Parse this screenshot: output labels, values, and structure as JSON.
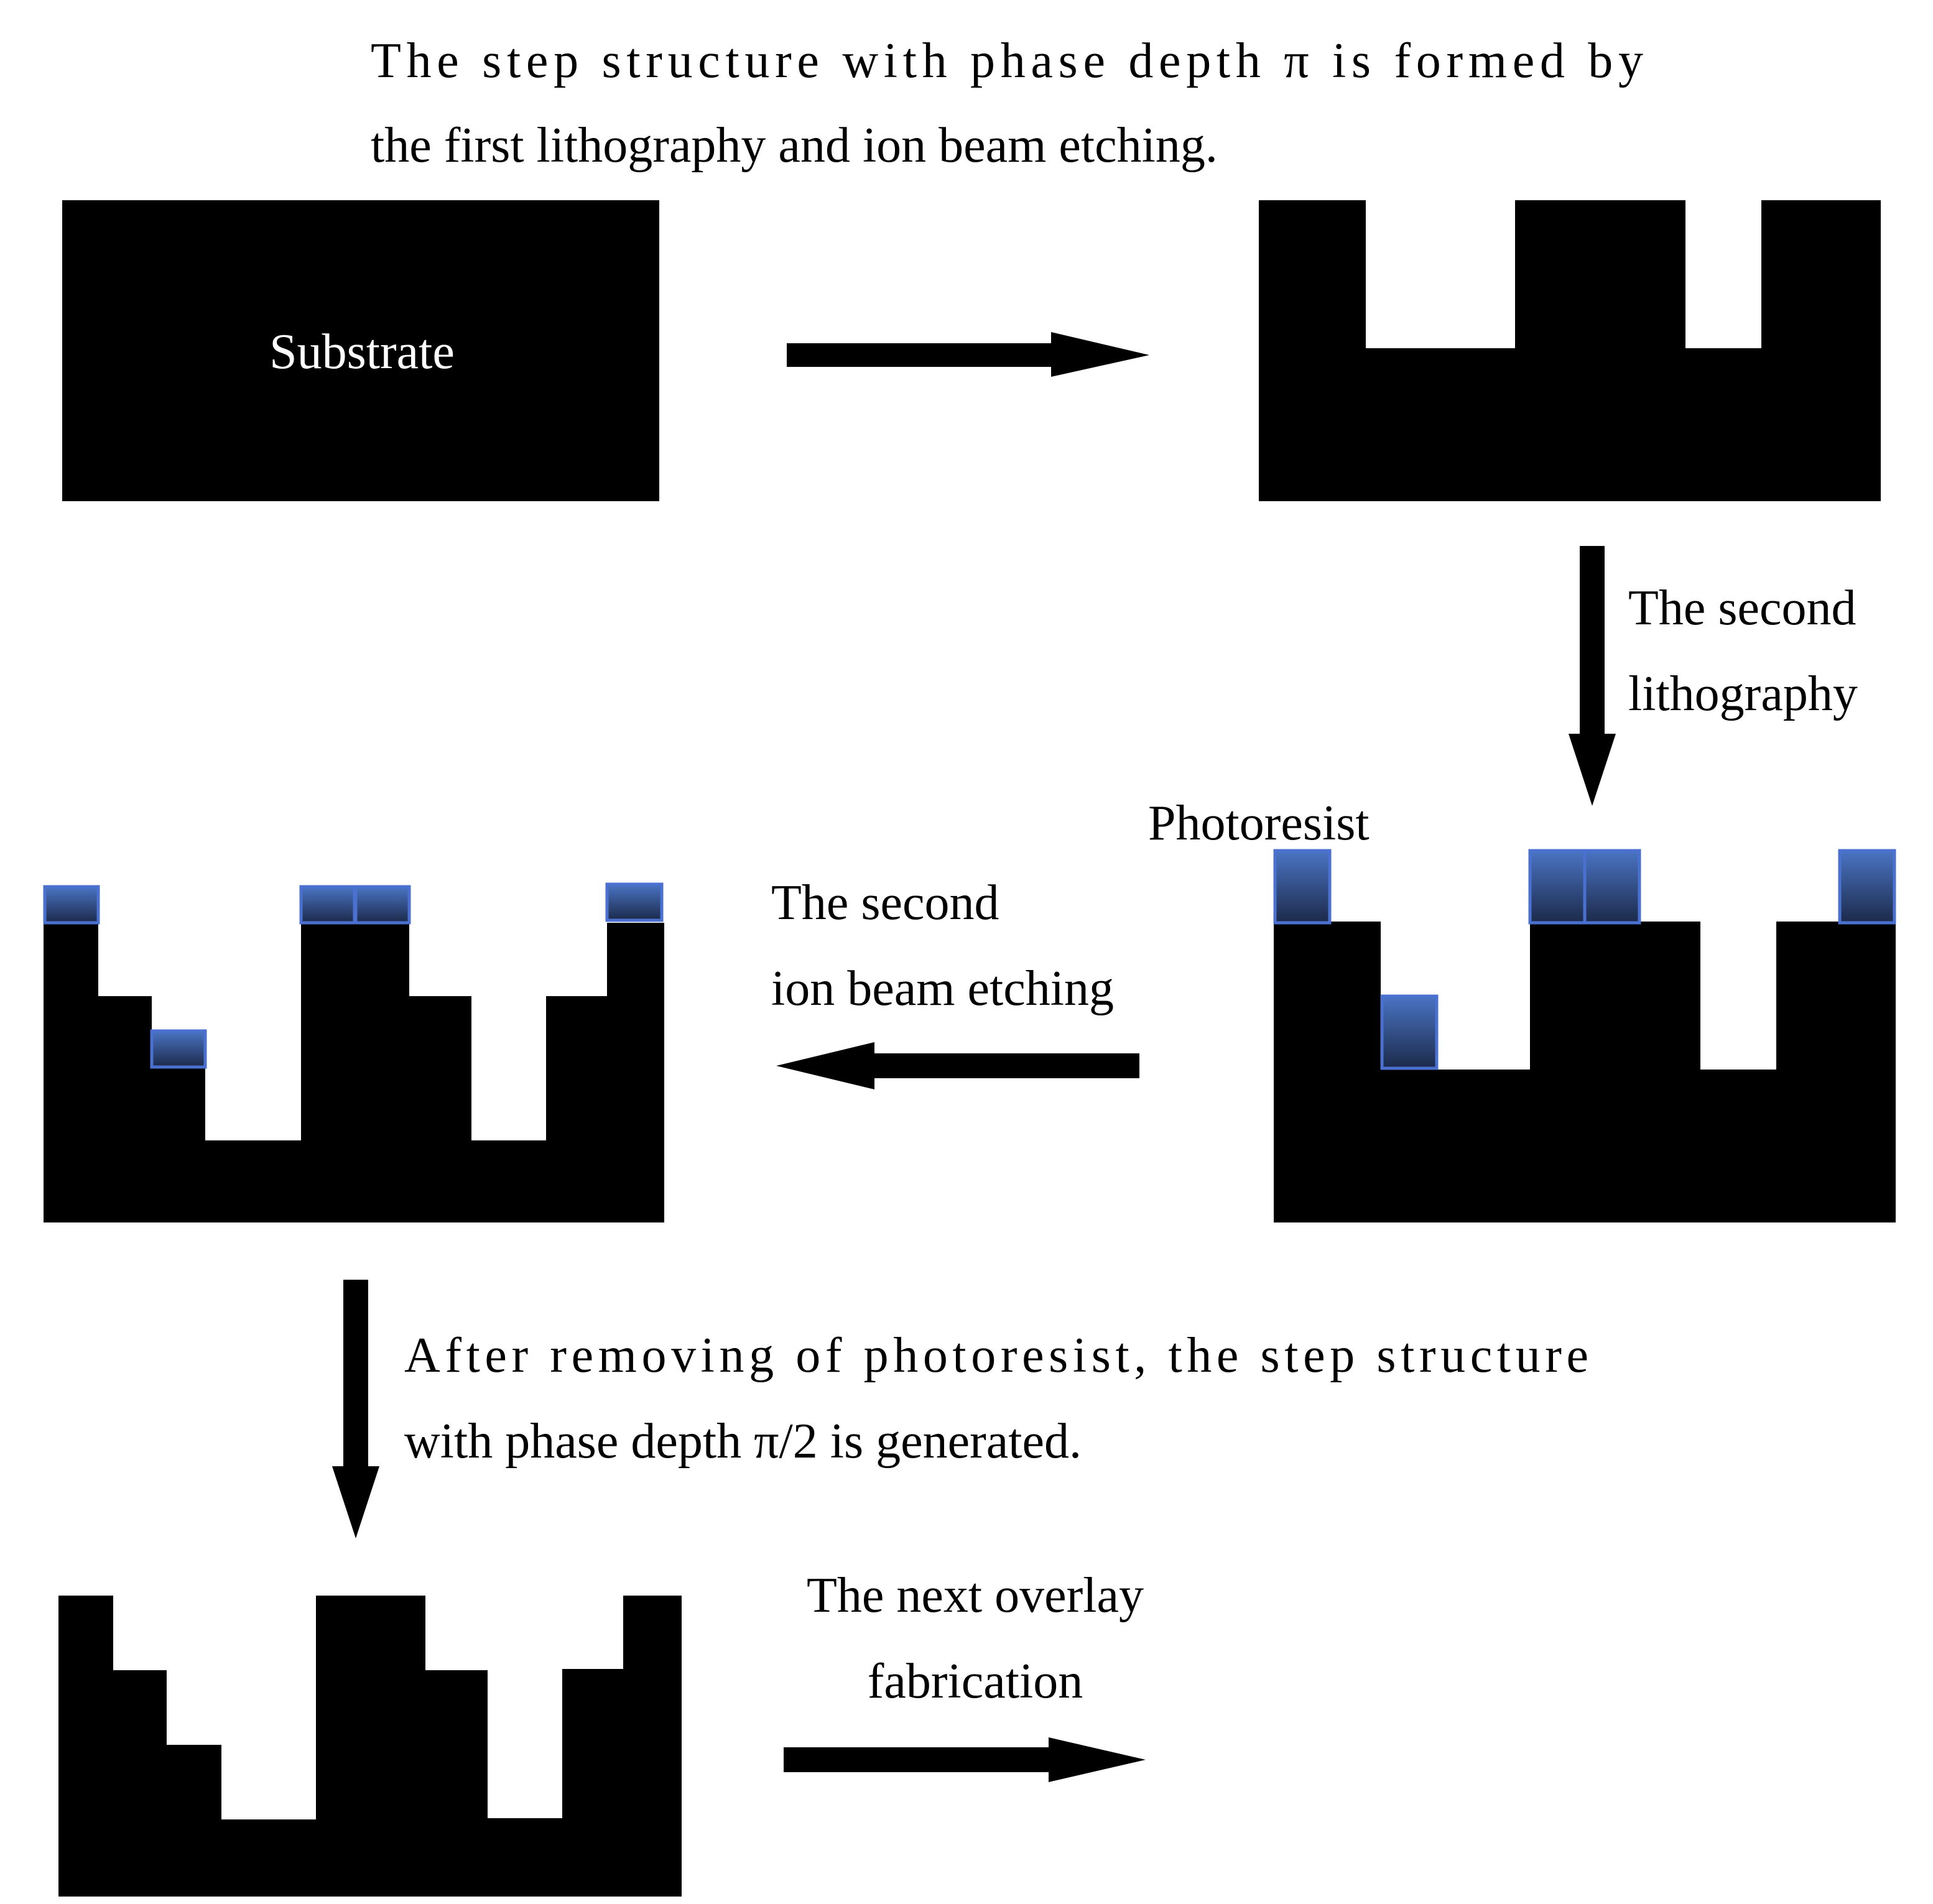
{
  "text": {
    "top_line1": "The step structure with phase depth π is formed by",
    "top_line2": "the first lithography and ion beam etching.",
    "substrate": "Substrate",
    "second_litho_line1": "The second",
    "second_litho_line2": "lithography",
    "photoresist": "Photoresist",
    "second_etch_line1": "The second",
    "second_etch_line2": "ion beam etching",
    "after_line1": "After removing of photoresist, the step structure",
    "after_line2": "with phase depth π/2 is generated.",
    "next_line1": "The next overlay",
    "next_line2": "fabrication"
  },
  "colors": {
    "substrate": "#000000",
    "photoresist_top": "#4a74c4",
    "photoresist_bottom": "#1c2a4a",
    "photoresist_border": "#4a70d0",
    "background": "#ffffff"
  }
}
